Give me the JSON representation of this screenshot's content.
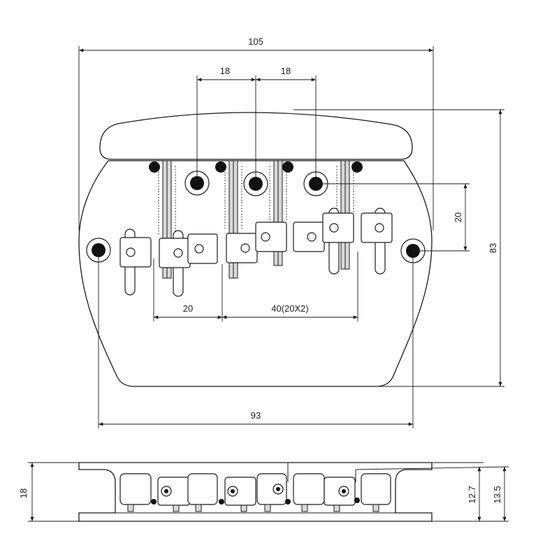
{
  "drawing": {
    "top_view": {
      "dimensions": {
        "overall_width": "105",
        "hole_spacing_left": "18",
        "hole_spacing_right": "18",
        "hole_offset_vertical": "20",
        "overall_height": "83",
        "saddle_spacing": "20",
        "saddle_span": "40(20X2)",
        "mount_spacing": "93"
      }
    },
    "side_view": {
      "dimensions": {
        "height": "18",
        "saddle_height": "12.7",
        "total_height": "13.5"
      }
    }
  }
}
